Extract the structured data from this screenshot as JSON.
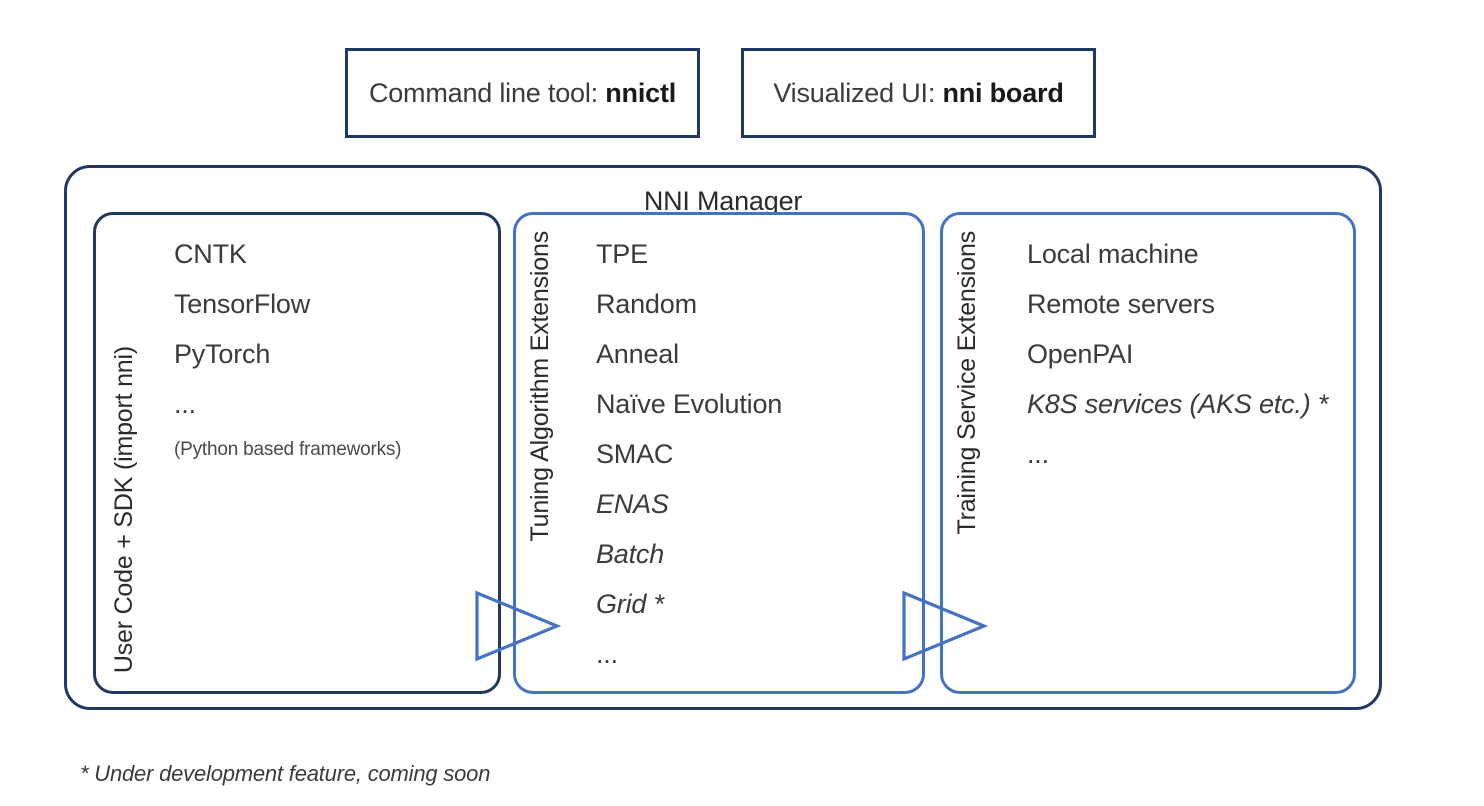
{
  "top_boxes": [
    {
      "prefix": "Command line tool: ",
      "emphasis": "nnictl"
    },
    {
      "prefix": "Visualized UI: ",
      "emphasis": "nni board"
    }
  ],
  "container": {
    "title": "NNI Manager"
  },
  "panels": [
    {
      "id": "user",
      "vertical_label": "User Code + SDK (import nni)",
      "border_color": "#1F3864",
      "items": [
        {
          "text": "CNTK",
          "style": "normal"
        },
        {
          "text": "TensorFlow",
          "style": "normal"
        },
        {
          "text": "PyTorch",
          "style": "normal"
        },
        {
          "text": "...",
          "style": "dots"
        },
        {
          "text": "(Python based frameworks)",
          "style": "small"
        }
      ]
    },
    {
      "id": "tuning",
      "vertical_label": "Tuning Algorithm Extensions",
      "border_color": "#4472C4",
      "items": [
        {
          "text": "TPE",
          "style": "normal"
        },
        {
          "text": "Random",
          "style": "normal"
        },
        {
          "text": "Anneal",
          "style": "normal"
        },
        {
          "text": "Naïve Evolution",
          "style": "normal"
        },
        {
          "text": "SMAC",
          "style": "normal"
        },
        {
          "text": "ENAS",
          "style": "italic"
        },
        {
          "text": "Batch",
          "style": "italic"
        },
        {
          "text": "Grid *",
          "style": "italic"
        },
        {
          "text": "...",
          "style": "dots"
        }
      ]
    },
    {
      "id": "training",
      "vertical_label": "Training Service Extensions",
      "border_color": "#4472C4",
      "items": [
        {
          "text": "Local machine",
          "style": "normal"
        },
        {
          "text": "Remote servers",
          "style": "normal"
        },
        {
          "text": "OpenPAI",
          "style": "normal"
        },
        {
          "text": "K8S services (AKS etc.) *",
          "style": "italic"
        },
        {
          "text": "...",
          "style": "dots"
        }
      ]
    }
  ],
  "arrows": [
    {
      "name": "arrow-user-to-tuning",
      "color": "#4472C4"
    },
    {
      "name": "arrow-tuning-to-training",
      "color": "#4472C4"
    }
  ],
  "footnote": "* Under development feature, coming soon",
  "colors": {
    "navy": "#1F3864",
    "blue": "#4472C4",
    "text": "#3B3B3B"
  }
}
